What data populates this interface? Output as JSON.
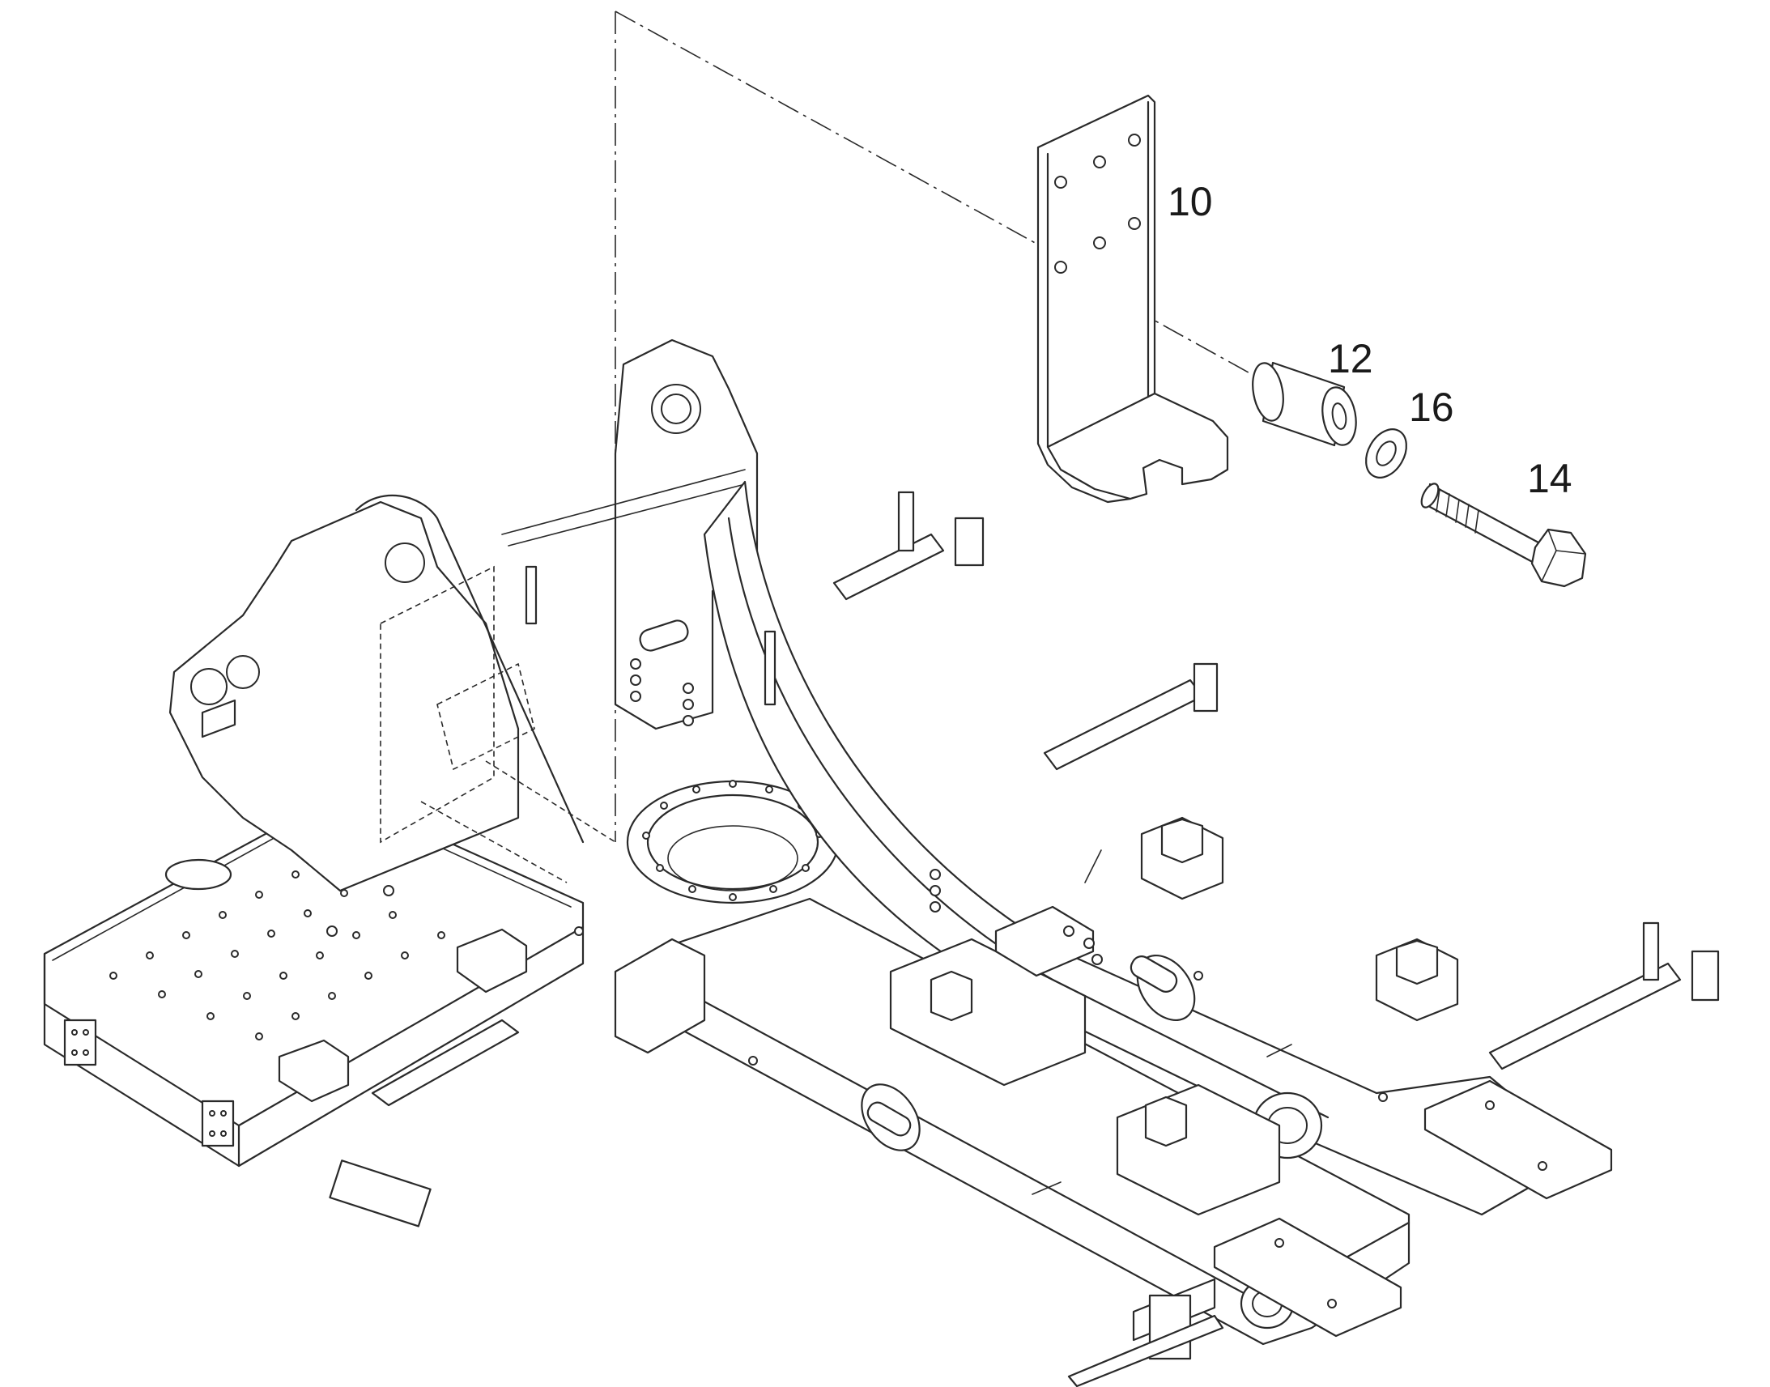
{
  "diagram": {
    "type": "exploded-parts-view",
    "callouts": {
      "bracket": "10",
      "spacer": "12",
      "washer": "16",
      "bolt": "14"
    }
  }
}
